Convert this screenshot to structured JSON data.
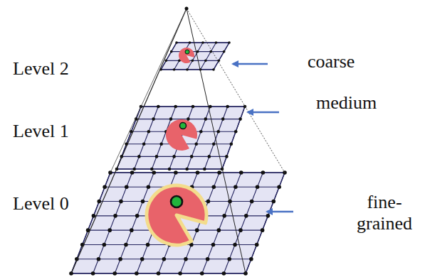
{
  "diagram": {
    "labels": [
      "Level 2",
      "Level 1",
      "Level 0",
      "coarse",
      "medium",
      "fine- grained"
    ]
  }
}
